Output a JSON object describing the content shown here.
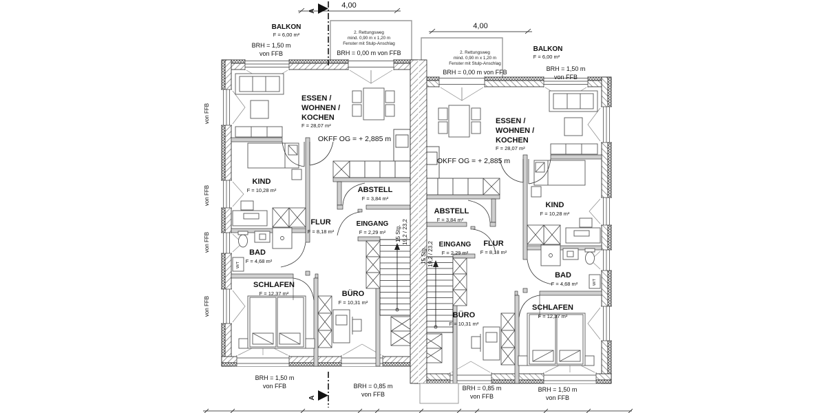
{
  "annotations": {
    "balkon_name": "BALKON",
    "balkon_area": "F = 6,00 m²",
    "dim_balcony": "4,00",
    "rescue_l1": "2. Rettungsweg",
    "rescue_l2": "mind. 0,90 m x 1,20 m",
    "rescue_l3": "Fenster mit Stulp-Anschlag",
    "brh000": "BRH = 0,00 m von FFB",
    "brh150_l1": "BRH = 1,50 m",
    "brh150_l2": "von FFB",
    "brh085_l1": "BRH = 0,85 m",
    "brh085_l2": "von FFB",
    "vonffb": "von FFB",
    "okff": "OKFF OG = + 2,885 m",
    "stairs_l1": "15 Stg.",
    "stairs_l2": "19,2 / 23,2",
    "wt": "W/T",
    "section": "A"
  },
  "rooms": {
    "essen": {
      "l1": "ESSEN /",
      "l2": "WOHNEN /",
      "l3": "KOCHEN",
      "area": "F = 28,07 m²"
    },
    "kind": {
      "name": "KIND",
      "area": "F = 10,28 m²"
    },
    "abstell": {
      "name": "ABSTELL",
      "area": "F = 3,84 m²"
    },
    "flur": {
      "name": "FLUR",
      "area": "F = 8,18 m²"
    },
    "eingang": {
      "name": "EINGANG",
      "area": "F = 2,29 m²"
    },
    "bad": {
      "name": "BAD",
      "area": "F = 4,68 m²"
    },
    "schlafen": {
      "name": "SCHLAFEN",
      "area": "F = 12,37 m²"
    },
    "buero": {
      "name": "BÜRO",
      "area": "F = 10,31 m²"
    }
  }
}
